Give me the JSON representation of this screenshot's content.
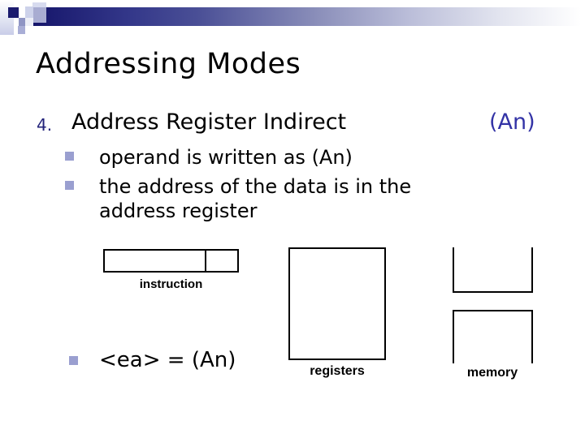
{
  "slide": {
    "title": "Addressing Modes",
    "heading": {
      "number": "4.",
      "text": "Address Register Indirect",
      "annotation": "(An)"
    },
    "bullets": [
      "operand is written as (An)",
      "the address of the data is in the address register"
    ],
    "formula": "<ea> = (An)",
    "diagram": {
      "instruction_label": "instruction",
      "registers_label": "registers",
      "memory_label": "memory"
    },
    "colors": {
      "accent_navy": "#16166B",
      "heading_number_color": "#23237A",
      "annotation_color": "#3333A6",
      "bullet_square_color": "#9A9FD0",
      "text_color": "#000000"
    }
  }
}
